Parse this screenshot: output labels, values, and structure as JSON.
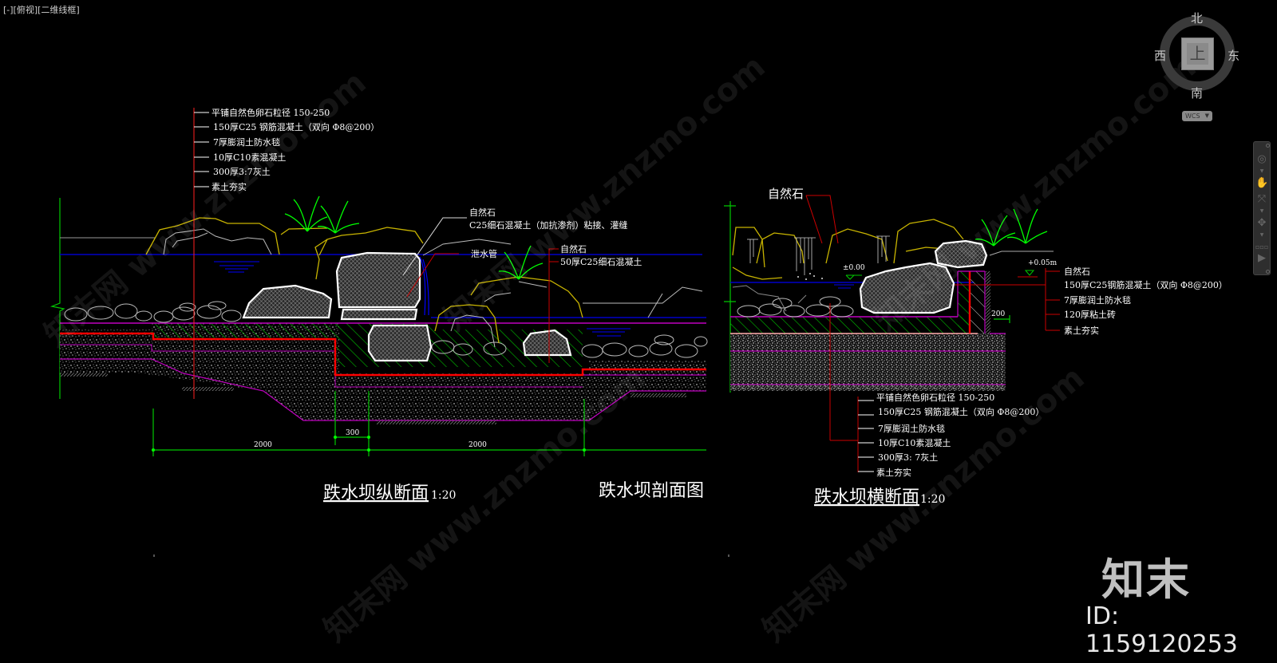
{
  "viewport": {
    "label": "[-][俯视][二维线框]"
  },
  "view_cube": {
    "north": "北",
    "south": "南",
    "east": "东",
    "west": "西",
    "top_face": "上",
    "coord_system": "WCS"
  },
  "nav_bar": {
    "items": [
      "steering-wheel",
      "pan",
      "zoom-extents",
      "orbit",
      "showmotion"
    ]
  },
  "drawing": {
    "left_section": {
      "title": "跌水坝纵断面",
      "scale": "1:20",
      "layer_callouts": [
        "平铺自然色卵石粒径 150-250",
        "150厚C25 钢筋混凝土（双向 Φ8@200）",
        "7厚膨润土防水毯",
        "10厚C10素混凝土",
        "300厚3:7灰土",
        "素土夯实"
      ],
      "callout_stone_mortar": {
        "line1": "自然石",
        "line2": "C25细石混凝土（加抗渗剂）粘接、灌缝"
      },
      "callout_pipe": "泄水管",
      "callout_stone_concrete": {
        "line1": "自然石",
        "line2": "50厚C25细石混凝土"
      },
      "dimensions": {
        "left_span": "2000",
        "step": "300",
        "right_span": "2000"
      }
    },
    "center_title": "跌水坝剖面图",
    "right_section": {
      "title": "跌水坝横断面",
      "scale": "1:20",
      "callout_top": "自然石",
      "elevation_water": "±0.00",
      "elevation_bank": "+0.05m",
      "dimension_wall": "200",
      "wall_callouts": [
        "自然石",
        "150厚C25钢筋混凝土（双向 Φ8@200）",
        "7厚膨润土防水毯",
        "120厚粘土砖",
        "素土夯实"
      ],
      "layer_callouts": [
        "平铺自然色卵石粒径 150-250",
        "150厚C25 钢筋混凝土（双向 Φ8@200）",
        "7厚膨润土防水毯",
        "10厚C10素混凝土",
        "300厚3: 7灰土",
        "素土夯实"
      ]
    }
  },
  "branding": {
    "logo": "知末",
    "id_text": "ID: 1159120253",
    "watermark": "知末网 www.znzmo.com"
  },
  "colors": {
    "background": "#000000",
    "rock_outline": "#c8b400",
    "rock_white": "#ffffff",
    "water": "#0000c8",
    "waterproof_red": "#ff0000",
    "layer_magenta": "#c000c0",
    "concrete_green": "#00c000",
    "dimension_green": "#00c800",
    "plant_green": "#00ff00"
  }
}
